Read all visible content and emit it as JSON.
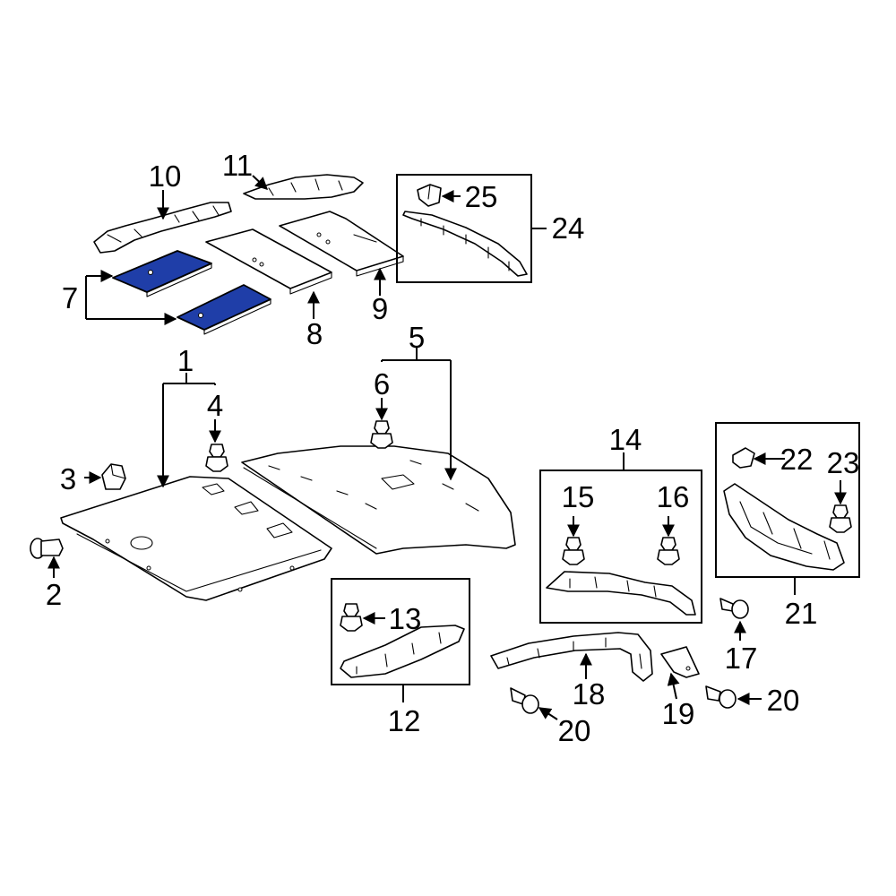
{
  "diagram": {
    "highlight_color": "#1f3ea8",
    "callouts": [
      "1",
      "2",
      "3",
      "4",
      "5",
      "6",
      "7",
      "8",
      "9",
      "10",
      "11",
      "12",
      "13",
      "14",
      "15",
      "16",
      "17",
      "18",
      "19",
      "20",
      "20",
      "21",
      "22",
      "23",
      "24",
      "25"
    ]
  }
}
